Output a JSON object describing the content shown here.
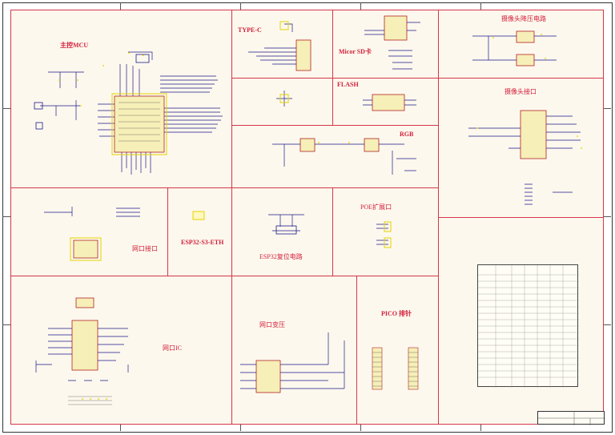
{
  "sections": {
    "mcu": "主控MCU",
    "typec": "TYPE-C",
    "sd": "Micor SD卡",
    "cam_power": "摄像头降压电路",
    "flash": "FLASH",
    "cam_port": "摄像头接口",
    "rgb": "RGB",
    "net_port": "网口接口",
    "module_name": "ESP32-S3-ETH",
    "reset": "ESP32复位电路",
    "poe": "POE扩展口",
    "net_ic": "网口IC",
    "net_trans": "网口变压",
    "pico": "PICO 排针"
  },
  "colors": {
    "background": "#fdf8ed",
    "border": "#d4364a",
    "label": "#d21f3c",
    "wire": "#1a1a8a",
    "pin_mark": "#e4d400"
  }
}
